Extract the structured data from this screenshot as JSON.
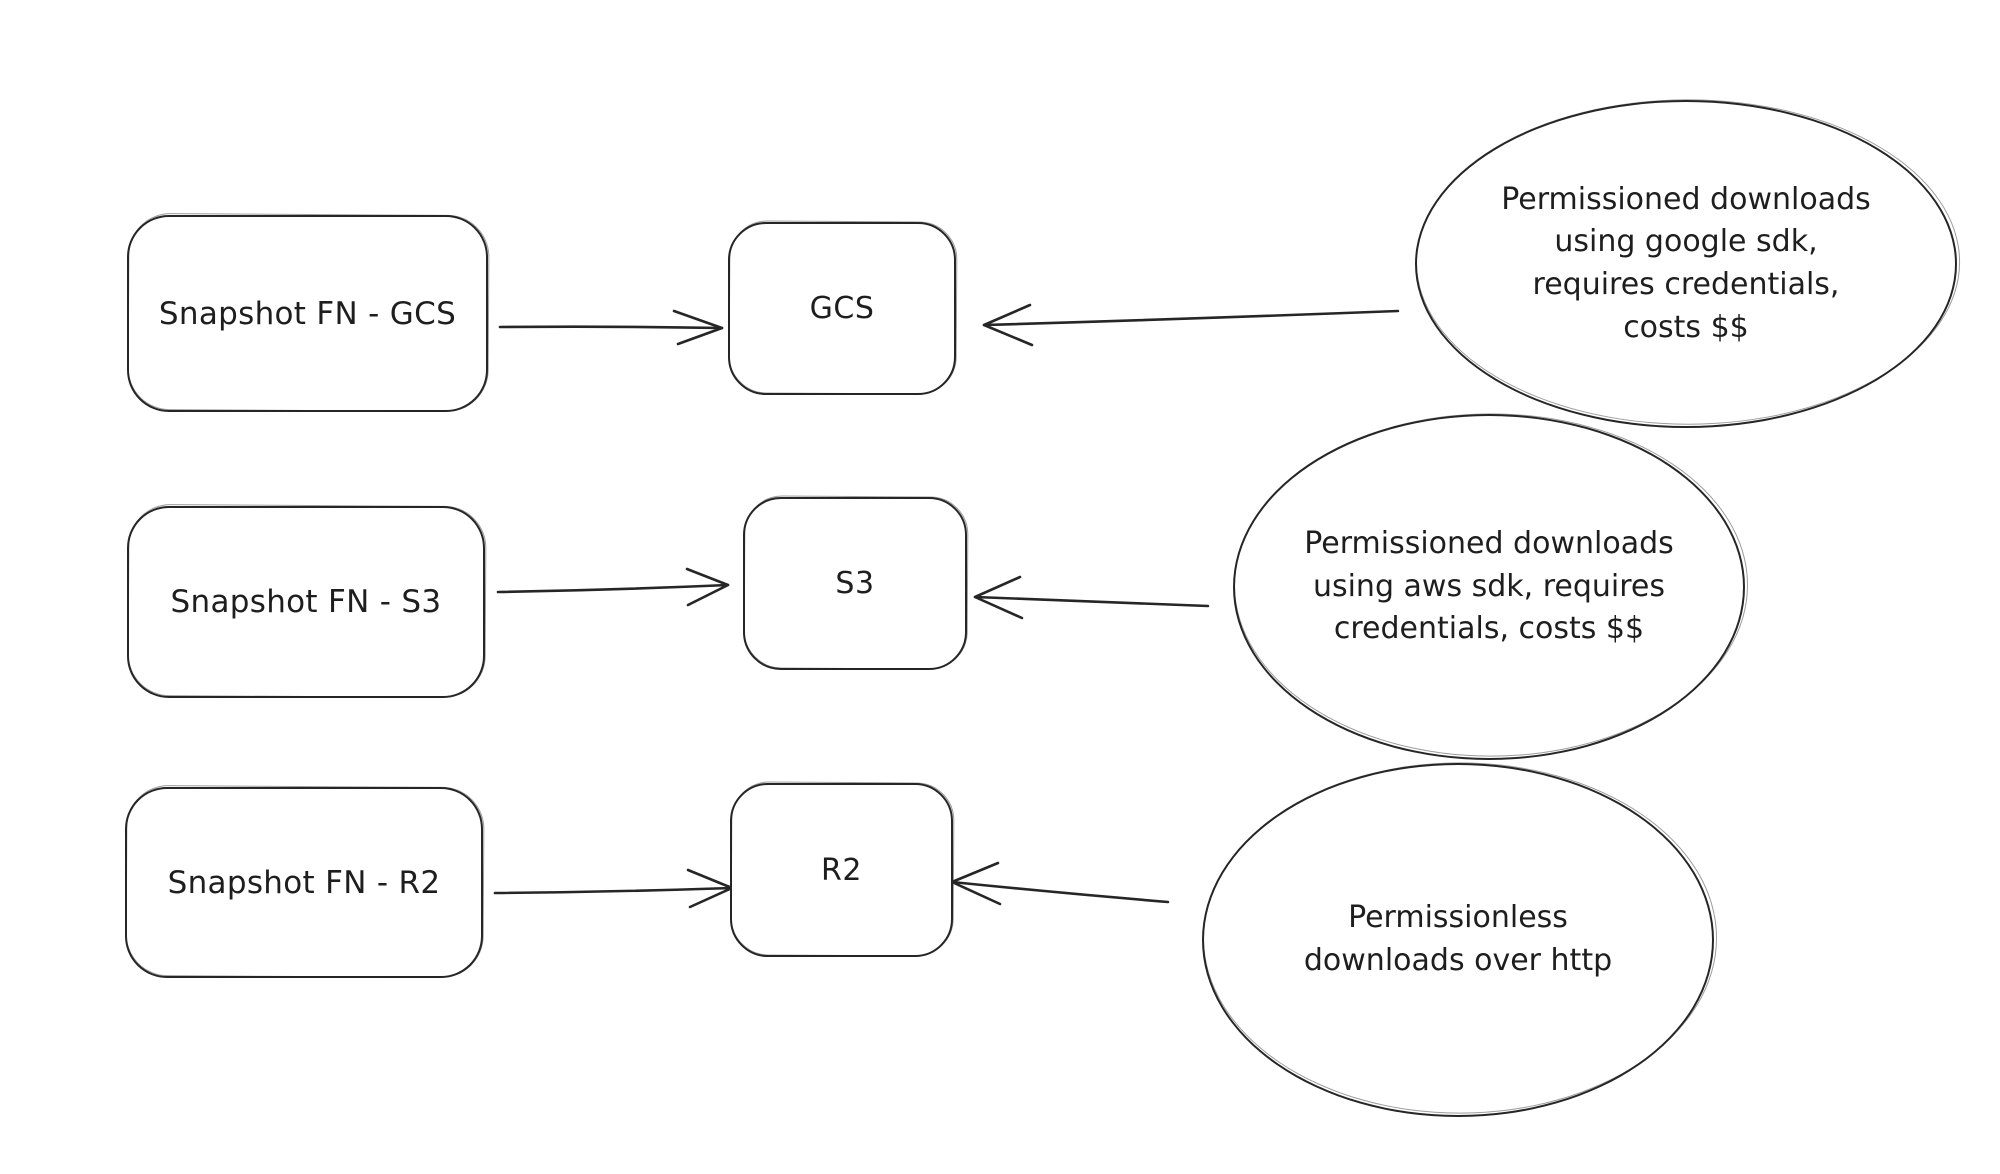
{
  "diagram": {
    "background_color": "#ffffff",
    "ink_color": "#262626",
    "style": "hand-drawn-sketch",
    "rows": [
      {
        "source_label": "Snapshot FN - GCS",
        "target_label": "GCS",
        "annotation": "Permissioned downloads\nusing google sdk,\nrequires credentials,\ncosts $$"
      },
      {
        "source_label": "Snapshot FN - S3",
        "target_label": "S3",
        "annotation": "Permissioned downloads\nusing aws sdk, requires\ncredentials, costs $$"
      },
      {
        "source_label": "Snapshot FN - R2",
        "target_label": "R2",
        "annotation": "Permissionless\ndownloads over http"
      }
    ],
    "edges": [
      {
        "from": "Snapshot FN - GCS",
        "to": "GCS"
      },
      {
        "from": "Permissioned downloads using google sdk, requires credentials, costs $$",
        "to": "GCS"
      },
      {
        "from": "Snapshot FN - S3",
        "to": "S3"
      },
      {
        "from": "Permissioned downloads using aws sdk, requires credentials, costs $$",
        "to": "S3"
      },
      {
        "from": "Snapshot FN - R2",
        "to": "R2"
      },
      {
        "from": "Permissionless downloads over http",
        "to": "R2"
      }
    ]
  }
}
